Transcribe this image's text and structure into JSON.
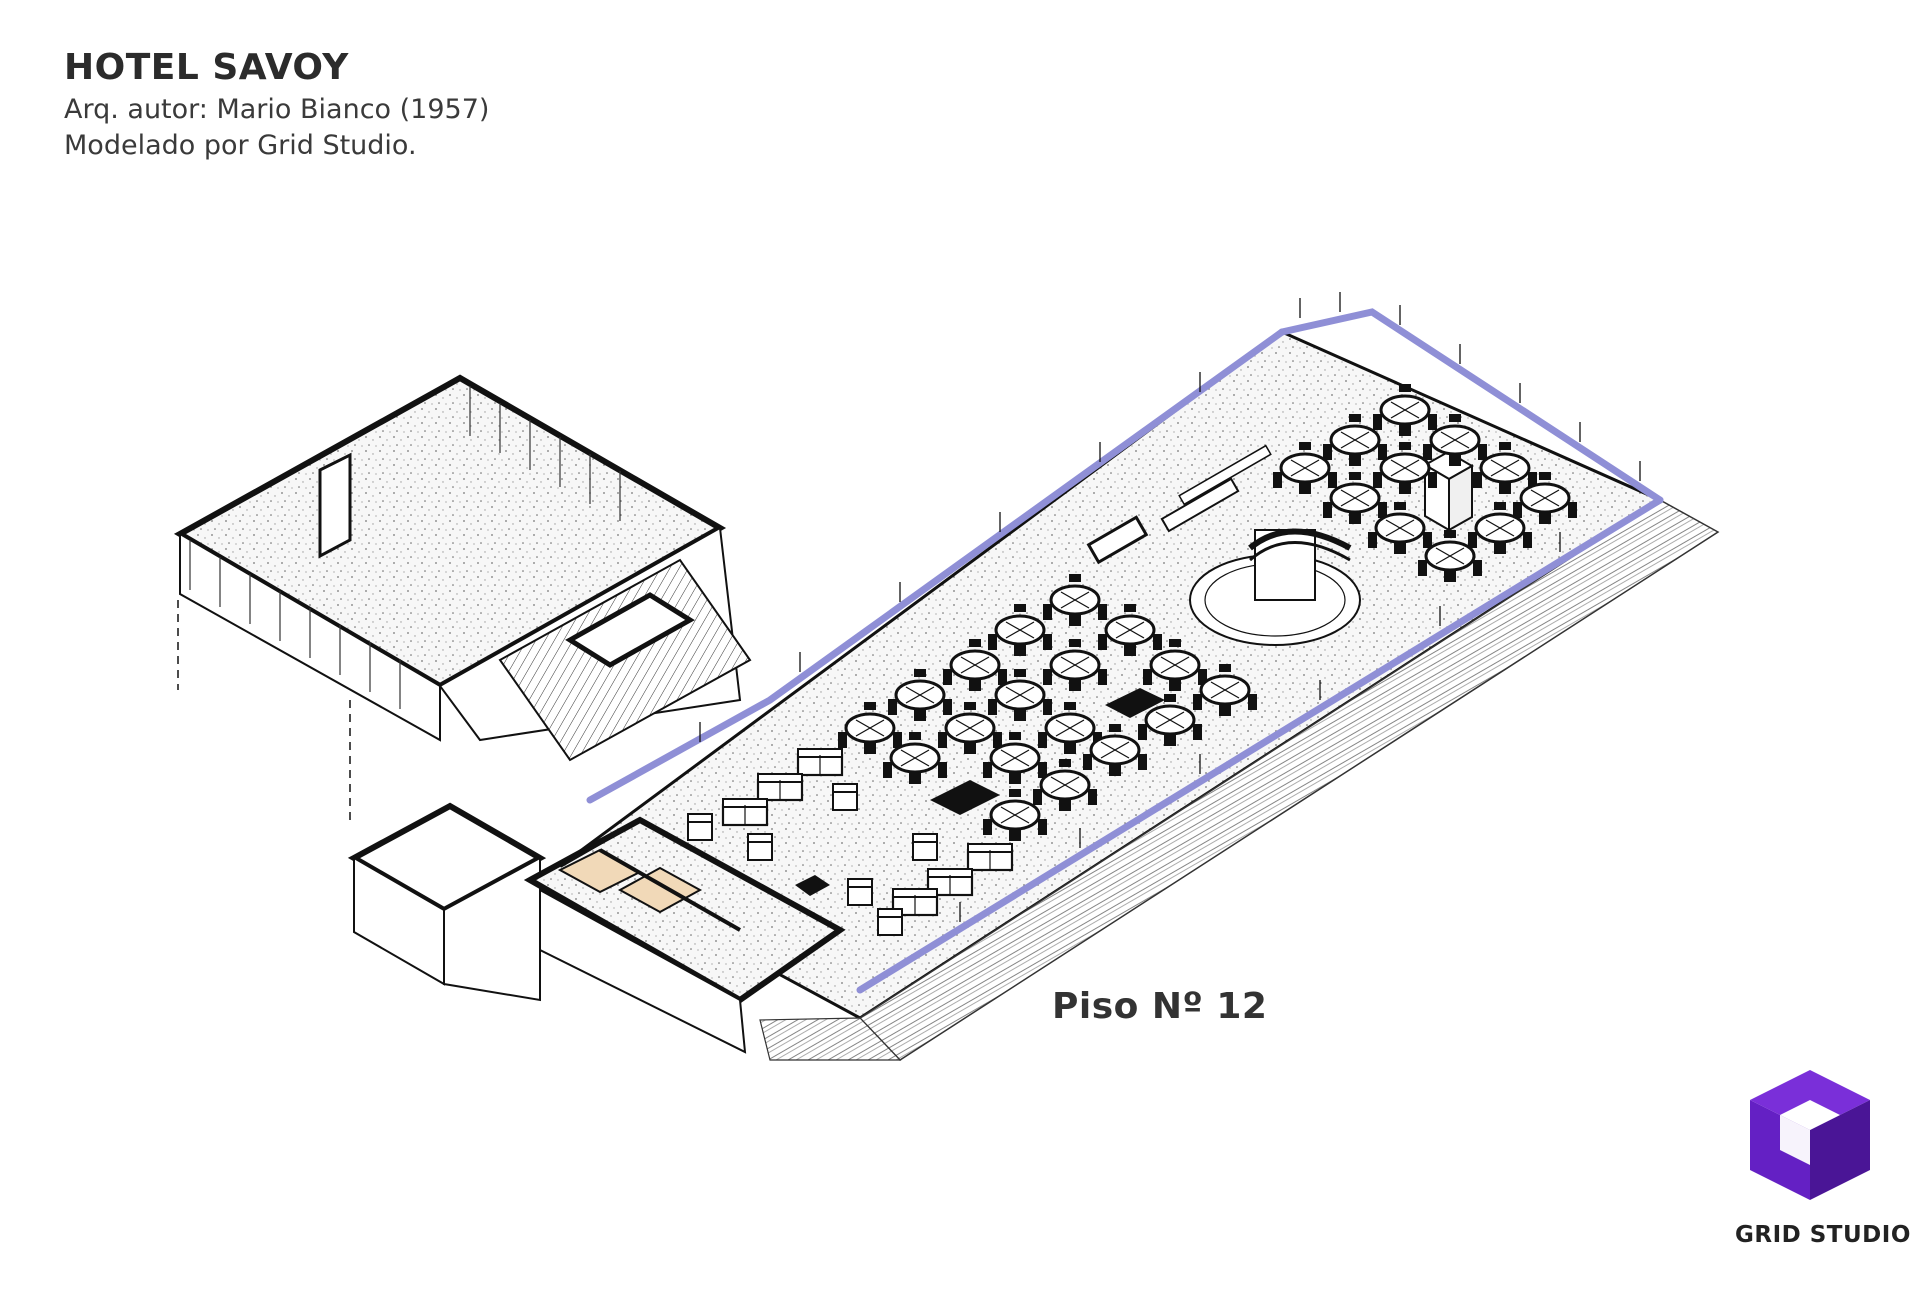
{
  "header": {
    "title": "HOTEL SAVOY",
    "architect": "Arq. autor: Mario Bianco (1957)",
    "modeled_by": "Modelado por Grid Studio."
  },
  "floor_label": "Piso Nº 12",
  "brand": {
    "name": "GRID STUDIO",
    "logo_top": "#7a2fd9",
    "logo_left": "#6420c4",
    "logo_right": "#4a1596"
  },
  "colors": {
    "wall": "#111111",
    "floor_speckle": "#f7f7f7",
    "railing": "#8f8fd6",
    "accent_wood": "#f1d9b8"
  }
}
